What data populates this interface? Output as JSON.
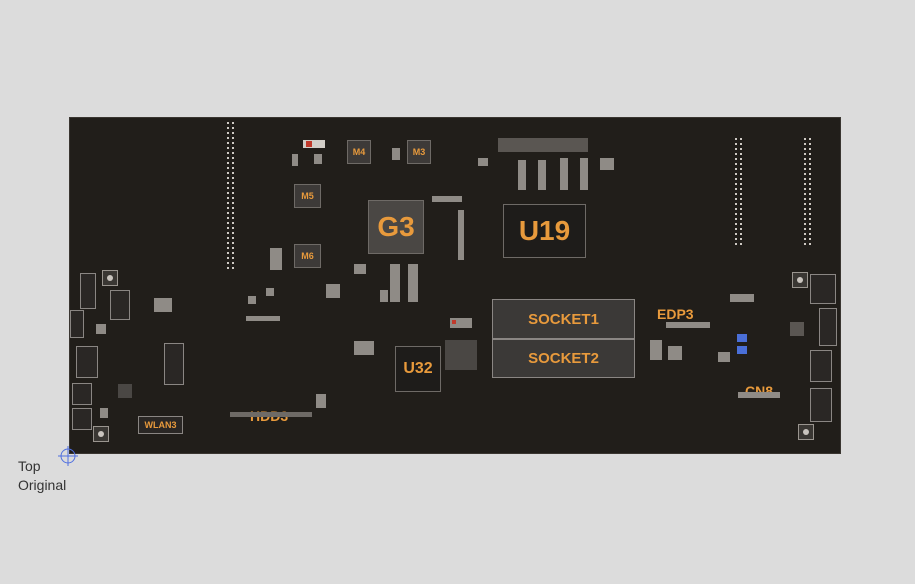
{
  "board": {
    "components": {
      "g3": "G3",
      "u19": "U19",
      "u32": "U32",
      "m3": "M3",
      "m4": "M4",
      "m5": "M5",
      "m6": "M6",
      "socket1": "SOCKET1",
      "socket2": "SOCKET2",
      "edp3": "EDP3",
      "cn8": "CN8",
      "hdd3": "HDD3",
      "wlan3": "WLAN3"
    }
  },
  "view": {
    "side": "Top",
    "mode": "Original"
  },
  "colors": {
    "background": "#dcdcdc",
    "board": "#211e1a",
    "label": "#e89a3c",
    "origin_marker": "#4f6fe0"
  }
}
